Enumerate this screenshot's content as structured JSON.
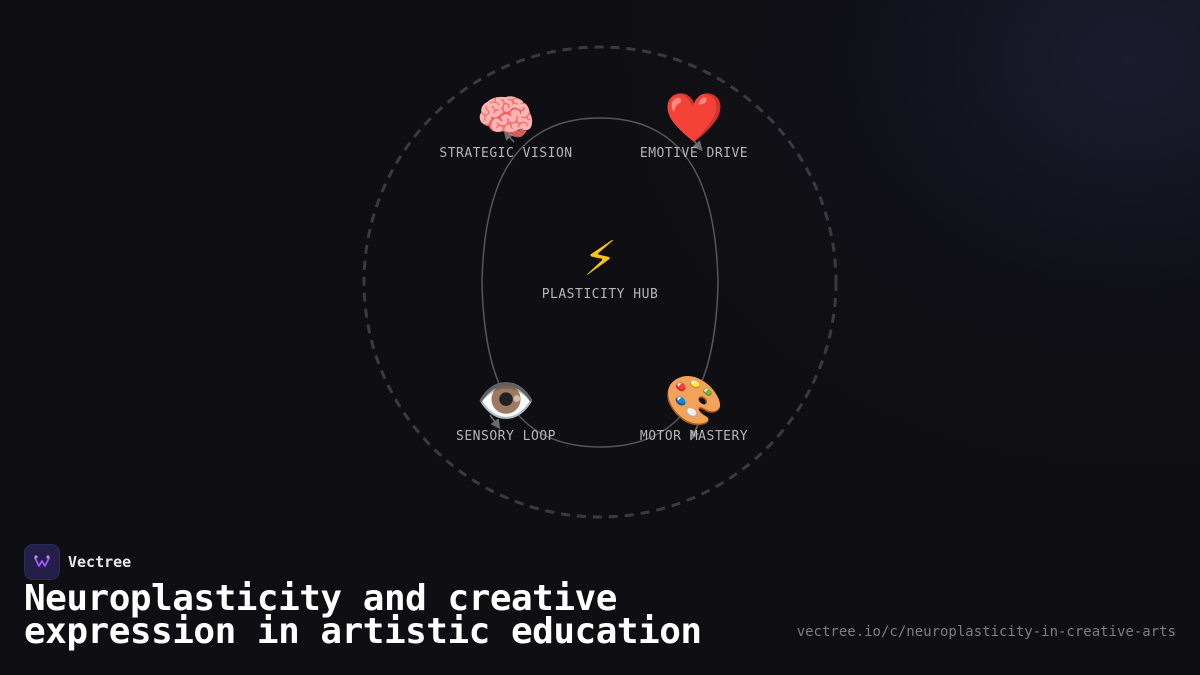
{
  "diagram": {
    "hub": {
      "icon": "lightning-bolt-icon",
      "glyph": "⚡",
      "label": "PLASTICITY HUB"
    },
    "nodes": [
      {
        "icon": "brain-icon",
        "glyph": "🧠",
        "label": "STRATEGIC VISION"
      },
      {
        "icon": "heart-icon",
        "glyph": "❤️",
        "label": "EMOTIVE DRIVE"
      },
      {
        "icon": "eye-icon",
        "glyph": "👁️",
        "label": "SENSORY LOOP"
      },
      {
        "icon": "palette-icon",
        "glyph": "🎨",
        "label": "MOTOR MASTERY"
      }
    ]
  },
  "brand": {
    "name": "Vectree",
    "logo_color": "#a855f7"
  },
  "title": "Neuroplasticity and creative expression in artistic education",
  "url": "vectree.io/c/neuroplasticity-in-creative-arts",
  "colors": {
    "background": "#0f0f13",
    "accent": "#a855f7"
  }
}
